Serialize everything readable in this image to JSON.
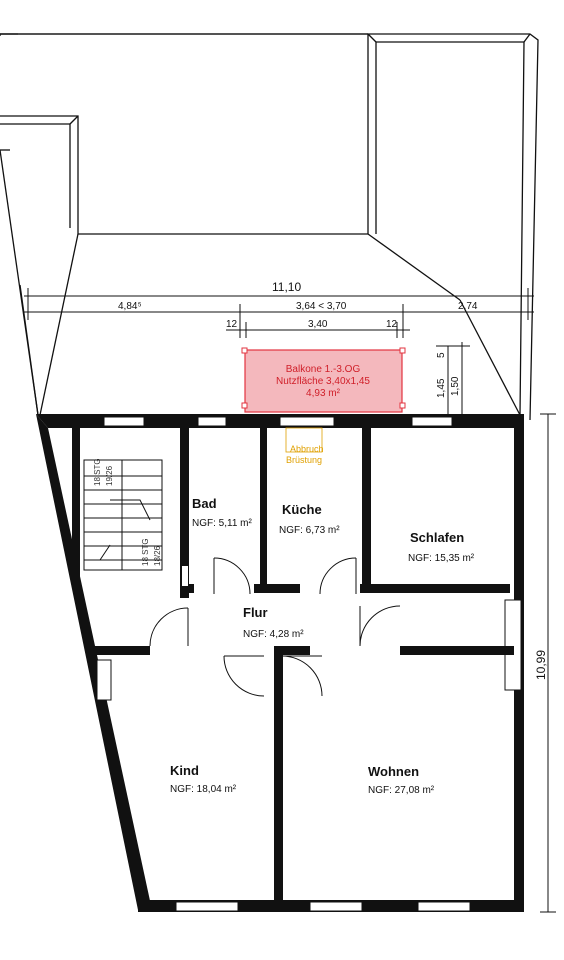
{
  "dimensions": {
    "total_width": "11,10",
    "left_segment": "4,84⁵",
    "middle_segment": "3,64 < 3,70",
    "right_segment": "2,74",
    "balcony_width": "3,40",
    "offset_left": "12",
    "offset_right": "12",
    "balcony_depth": "1,45",
    "balcony_depth_outer": "1,50",
    "small_offset": "5",
    "total_height": "10,99"
  },
  "balcony": {
    "line1": "Balkone 1.-3.OG",
    "line2": "Nutzfläche 3,40x1,45",
    "line3": "4,93 m²",
    "color": "#f4b8bd",
    "border_color": "#e2333f"
  },
  "note": {
    "line1": "Abbruch",
    "line2": "Brüstung",
    "color": "#e0a000"
  },
  "stairs": {
    "upper": "18 STG",
    "upper_ratio": "19/26",
    "lower": "18 STG",
    "lower_ratio": "18/26"
  },
  "rooms": [
    {
      "name": "Bad",
      "area": "NGF: 5,11 m²"
    },
    {
      "name": "Küche",
      "area": "NGF: 6,73 m²"
    },
    {
      "name": "Schlafen",
      "area": "NGF: 15,35 m²"
    },
    {
      "name": "Flur",
      "area": "NGF: 4,28 m²"
    },
    {
      "name": "Kind",
      "area": "NGF: 18,04 m²"
    },
    {
      "name": "Wohnen",
      "area": "NGF: 27,08 m²"
    }
  ]
}
